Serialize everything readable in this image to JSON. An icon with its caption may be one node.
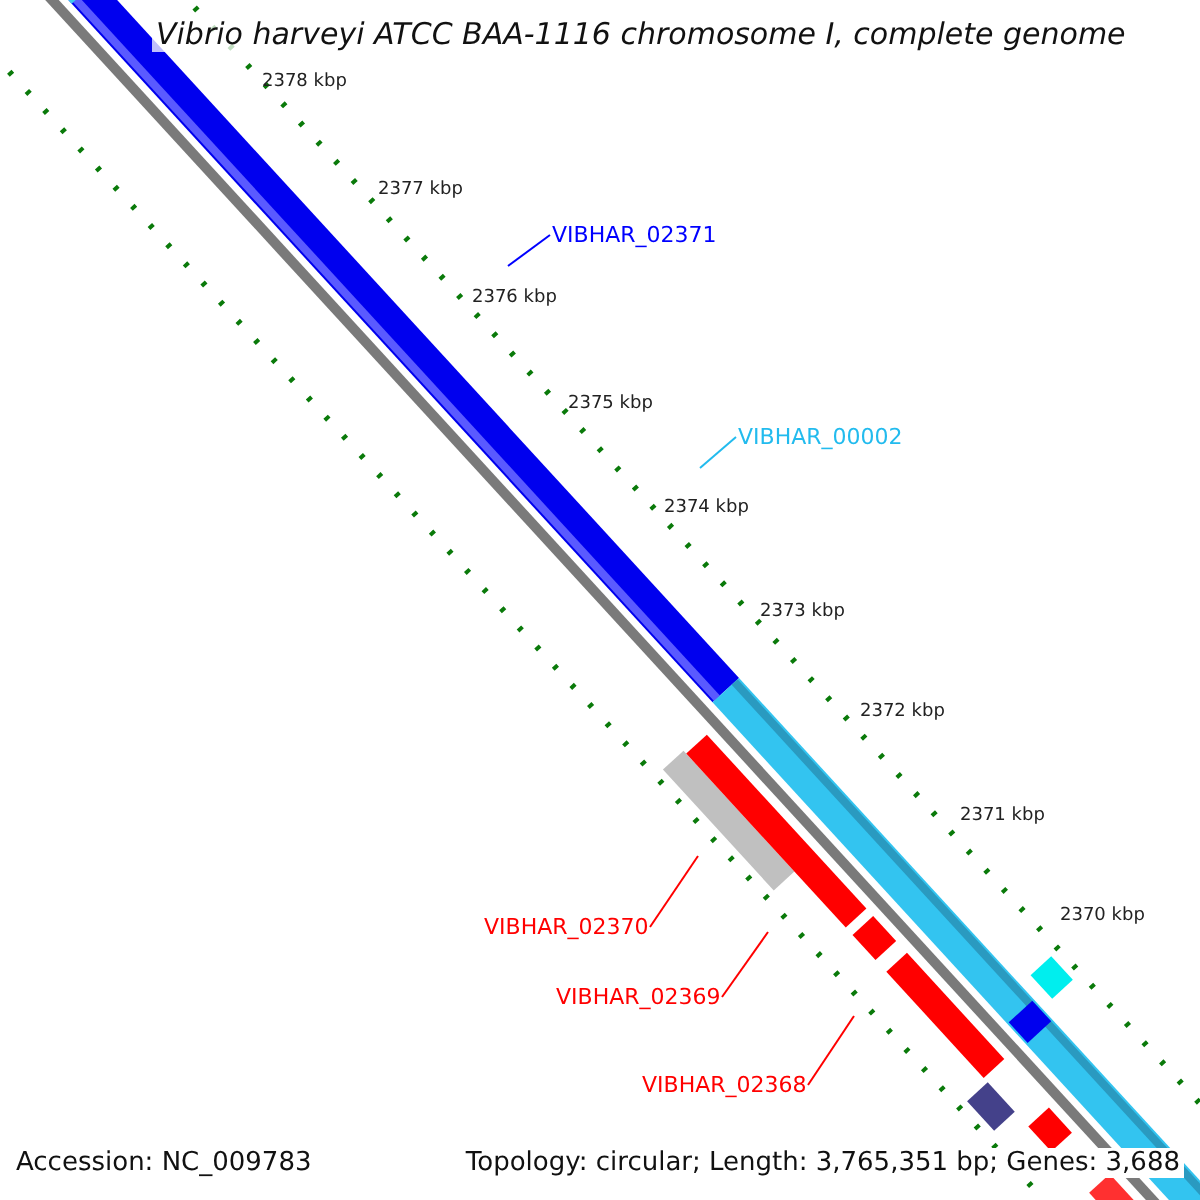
{
  "diagram": {
    "title": "Vibrio harveyi ATCC BAA-1116 chromosome I, complete genome",
    "nodes": [
      {
        "text": [
          "VIBHAR_02371"
        ]
      },
      {
        "text": [
          "VIBHAR_00002"
        ]
      },
      {
        "text": [
          "VIBHAR_02370"
        ]
      },
      {
        "text": [
          "VIBHAR_02369"
        ]
      },
      {
        "text": [
          "VIBHAR_02368"
        ]
      }
    ],
    "edges": [
      {
        "from": 0,
        "to": null,
        "arrow": "none",
        "color": "#0000ff"
      },
      {
        "from": 1,
        "to": null,
        "arrow": "none",
        "color": "#22bbee"
      },
      {
        "from": 2,
        "to": null,
        "arrow": "none"
      },
      {
        "from": 3,
        "to": null,
        "arrow": "none"
      },
      {
        "from": 4,
        "to": null,
        "arrow": "none"
      }
    ],
    "labels": [
      "2378 kbp",
      "2377 kbp",
      "2376 kbp",
      "2375 kbp",
      "2374 kbp",
      "2373 kbp",
      "2372 kbp",
      "2371 kbp",
      "2370 kbp",
      "Accession: NC_009783",
      "Topology: circular; Length: 3,765,351 bp; Genes: 3,688"
    ]
  }
}
